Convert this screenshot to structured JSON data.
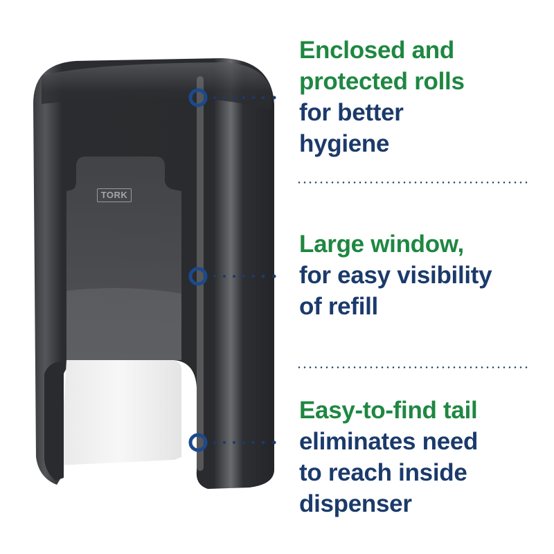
{
  "brand": {
    "logo_text": "TORK"
  },
  "colors": {
    "headline_green": "#1e8741",
    "body_blue": "#1b3a6b",
    "dispenser_black": "#2a2b2e",
    "callout_marker": "#1b4a8c"
  },
  "features": [
    {
      "headline_lines": [
        "Enclosed and",
        "protected rolls"
      ],
      "body_lines": [
        "for better",
        "hygiene"
      ]
    },
    {
      "headline_lines": [
        "Large window,"
      ],
      "body_lines": [
        "for easy visibility",
        "of refill"
      ]
    },
    {
      "headline_lines": [
        "Easy-to-find tail"
      ],
      "body_lines": [
        "eliminates need",
        "to reach inside",
        "dispenser"
      ]
    }
  ]
}
